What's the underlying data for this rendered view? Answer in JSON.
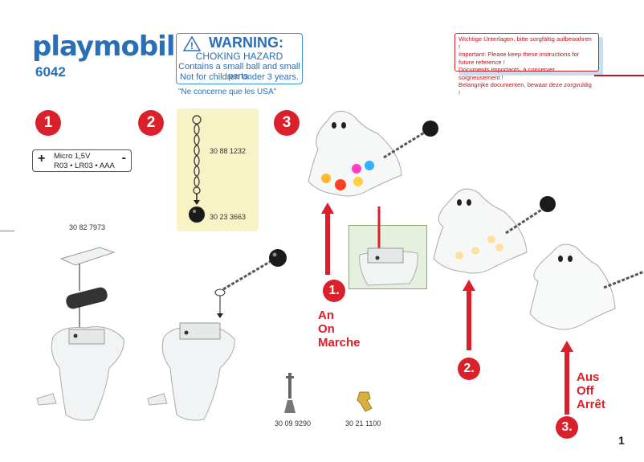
{
  "brand": {
    "logo": "playmobil",
    "set_number": "6042"
  },
  "warning": {
    "title": "WARNING:",
    "subtitle": "CHOKING HAZARD",
    "line1": "Contains a small ball and small parts.",
    "line2": "Not for children under 3 years.",
    "usa_note": "\"Ne concerne que les USA\""
  },
  "notice": {
    "lines": [
      "Wichtige Unterlagen, bitte sorgfältig aufbewahren !",
      "Important: Please keep these instructions for future reference !",
      "Documents importants, à conserver soigneusement !",
      "Belangrijke documenten, bewaar deze zorgvuldig !"
    ]
  },
  "steps": {
    "s1": "1",
    "s2": "2",
    "s3": "3"
  },
  "battery": {
    "line1": "Micro 1,5V",
    "line2": "R03 • LR03 • AAA",
    "plus": "+",
    "minus": "-"
  },
  "parts": {
    "chain_code": "30 88 1232",
    "ball_code": "30 23 3663",
    "cover_code": "30 82 7973",
    "stand_code": "30 09 9290",
    "key_code": "30 21 1100"
  },
  "switch_steps": {
    "a_num": "1.",
    "a_label": [
      "An",
      "On",
      "Marche"
    ],
    "b_num": "2.",
    "c_num": "3.",
    "c_label": [
      "Aus",
      "Off",
      "Arrêt"
    ]
  },
  "page_number": "1",
  "colors": {
    "brand_blue": "#2a6fb5",
    "accent_red": "#d9202b",
    "parts_bg": "#f8f3c5"
  }
}
